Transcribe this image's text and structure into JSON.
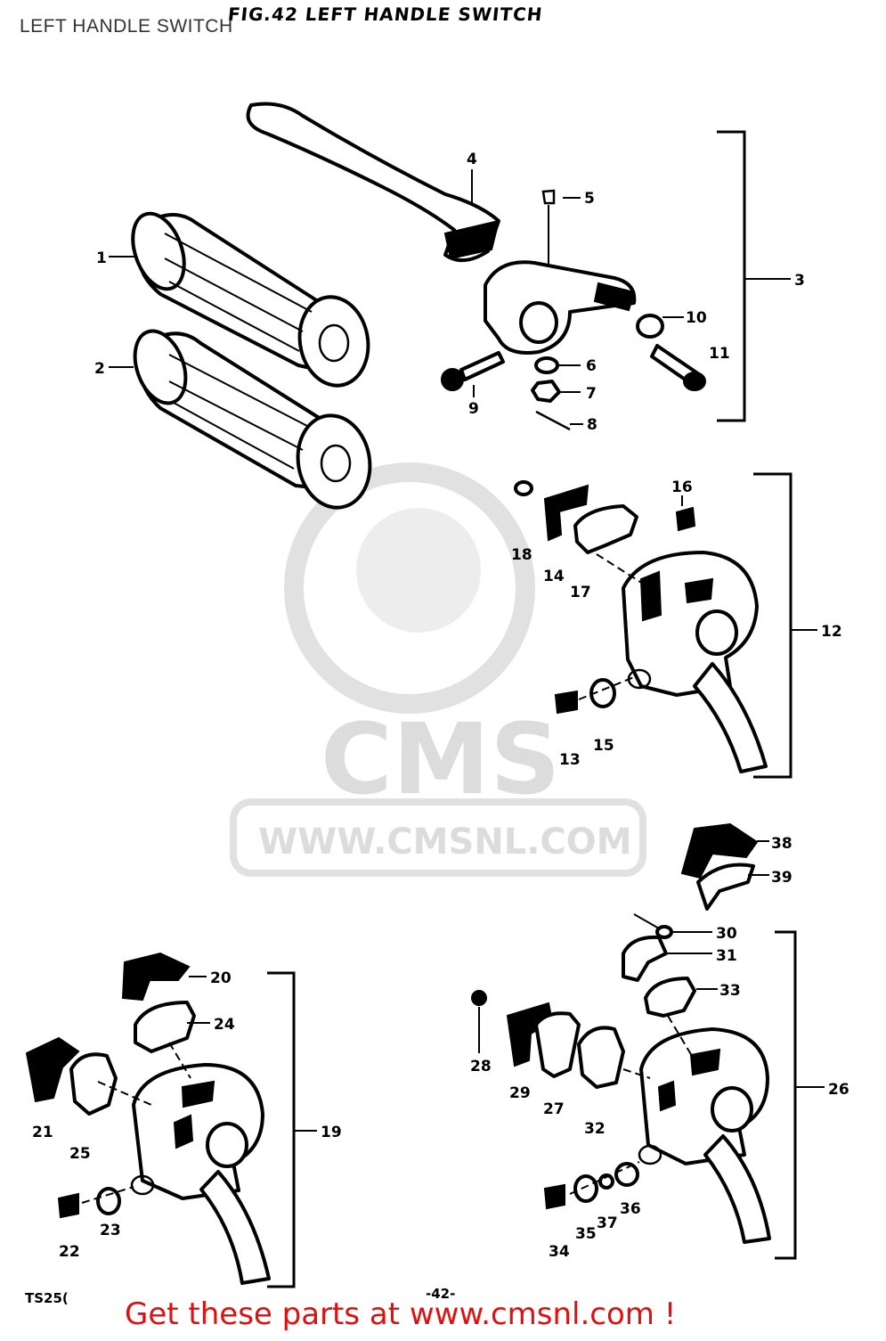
{
  "overlay_title": "LEFT HANDLE SWITCH",
  "figure_title": "FIG.42  LEFT HANDLE SWITCH",
  "footer": {
    "model": "TS25(",
    "page": "-42-"
  },
  "promo_text": "Get these parts at www.cmsnl.com !",
  "watermark": {
    "brand": "CMS",
    "url": "WWW.CMSNL.COM"
  },
  "parts": {
    "p1": "1",
    "p2": "2",
    "p3": "3",
    "p4": "4",
    "p5": "5",
    "p6": "6",
    "p7": "7",
    "p8": "8",
    "p9": "9",
    "p10": "10",
    "p11": "11",
    "p12": "12",
    "p13": "13",
    "p14": "14",
    "p15": "15",
    "p16": "16",
    "p17": "17",
    "p18": "18",
    "p19": "19",
    "p20": "20",
    "p21": "21",
    "p22": "22",
    "p23": "23",
    "p24": "24",
    "p25": "25",
    "p26": "26",
    "p27": "27",
    "p28": "28",
    "p29": "29",
    "p30": "30",
    "p31": "31",
    "p32": "32",
    "p33": "33",
    "p34": "34",
    "p35": "35",
    "p36": "36",
    "p37": "37",
    "p38": "38",
    "p39": "39"
  },
  "colors": {
    "promo": "#e01010",
    "watermark": "#d9d9d9",
    "ink": "#000000"
  }
}
